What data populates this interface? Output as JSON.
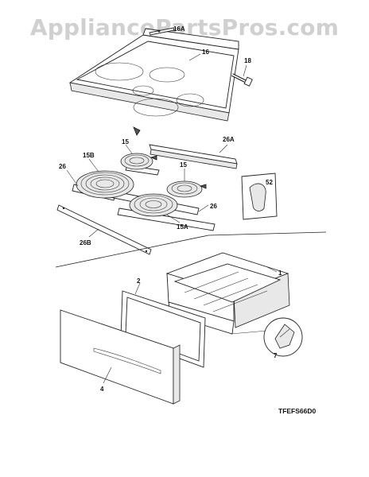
{
  "watermark": "AppliancePartsPros.com",
  "diagram_code": "TFEFS66D0",
  "callouts": {
    "c16a": "16A",
    "c16": "16",
    "c18": "18",
    "c15_top": "15",
    "c15b": "15B",
    "c26_left": "26",
    "c15_right": "15",
    "c26a": "26A",
    "c52": "52",
    "c26_right": "26",
    "c15a": "15A",
    "c26b": "26B",
    "c1": "1",
    "c2": "2",
    "c4": "4",
    "c7": "7"
  }
}
